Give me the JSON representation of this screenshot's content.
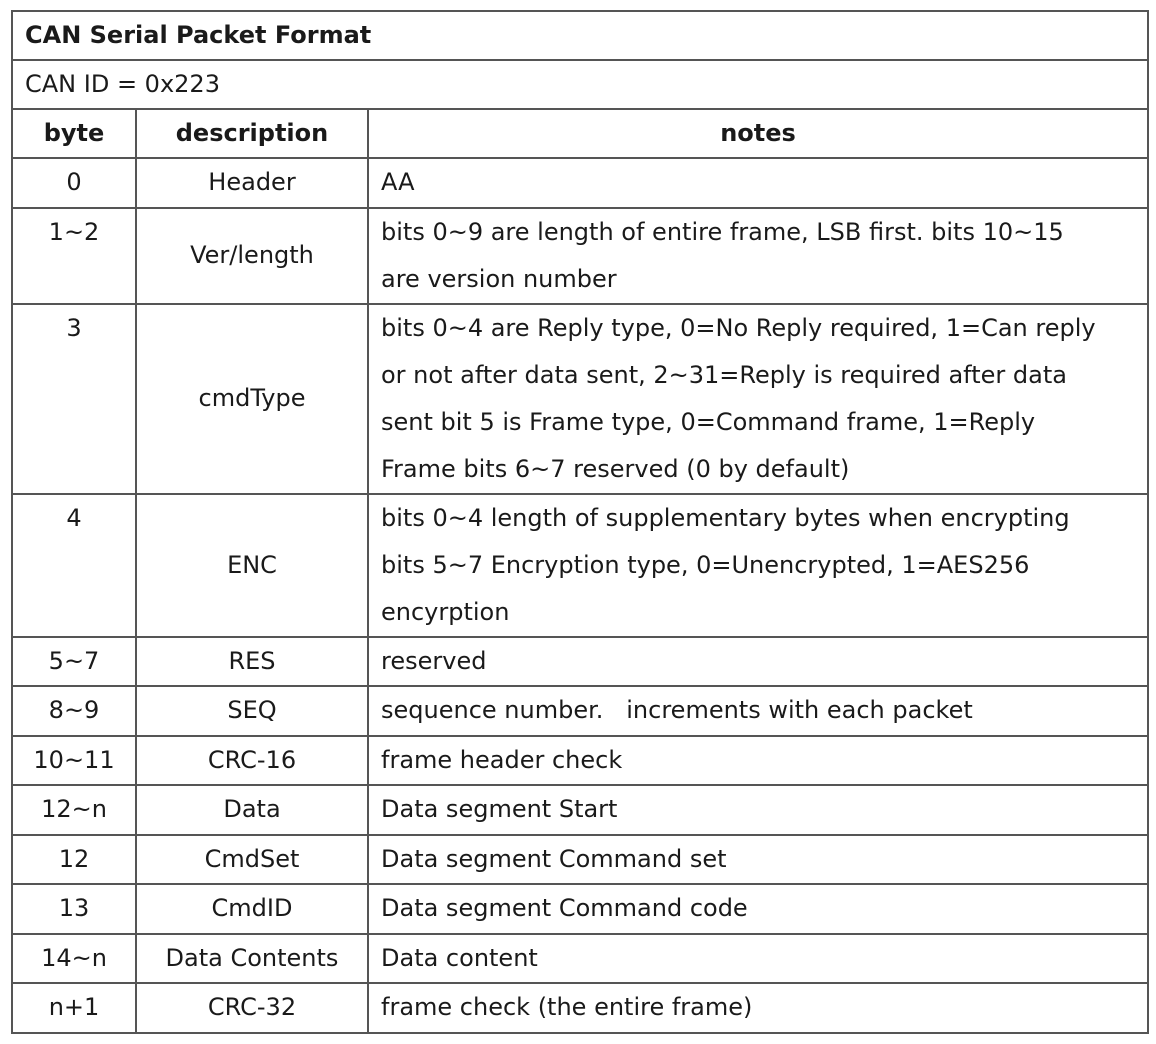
{
  "table": {
    "title": "CAN Serial Packet Format",
    "can_id": "CAN ID = 0x223",
    "headers": {
      "byte": "byte",
      "description": "description",
      "notes": "notes"
    },
    "rows": [
      {
        "byte": "0",
        "description": "Header",
        "notes": [
          "AA"
        ]
      },
      {
        "byte": "1~2",
        "description": "Ver/length",
        "notes": [
          "bits 0~9 are length of entire frame, LSB first. bits 10~15",
          "are version number"
        ]
      },
      {
        "byte": "3",
        "description": "cmdType",
        "notes": [
          "bits 0~4 are Reply type, 0=No Reply required, 1=Can reply",
          "or not after data sent, 2~31=Reply is required after data",
          "sent bit 5 is Frame type, 0=Command frame, 1=Reply",
          "Frame bits 6~7 reserved (0 by default)"
        ]
      },
      {
        "byte": "4",
        "description": "ENC",
        "notes": [
          "bits 0~4 length of supplementary bytes when encrypting",
          "bits 5~7 Encryption type, 0=Unencrypted, 1=AES256",
          "encyrption"
        ]
      },
      {
        "byte": "5~7",
        "description": "RES",
        "notes": [
          "reserved"
        ]
      },
      {
        "byte": "8~9",
        "description": "SEQ",
        "notes": [
          "sequence number.   increments with each packet"
        ]
      },
      {
        "byte": "10~11",
        "description": "CRC-16",
        "notes": [
          "frame header check"
        ]
      },
      {
        "byte": "12~n",
        "description": "Data",
        "notes": [
          "Data segment Start"
        ]
      },
      {
        "byte": "12",
        "description": "CmdSet",
        "notes": [
          "Data segment Command set"
        ]
      },
      {
        "byte": "13",
        "description": "CmdID",
        "notes": [
          "Data segment Command code"
        ]
      },
      {
        "byte": "14~n",
        "description": "Data Contents",
        "notes": [
          "Data content"
        ]
      },
      {
        "byte": "n+1",
        "description": "CRC-32",
        "notes": [
          "frame check (the entire frame)"
        ]
      }
    ]
  }
}
